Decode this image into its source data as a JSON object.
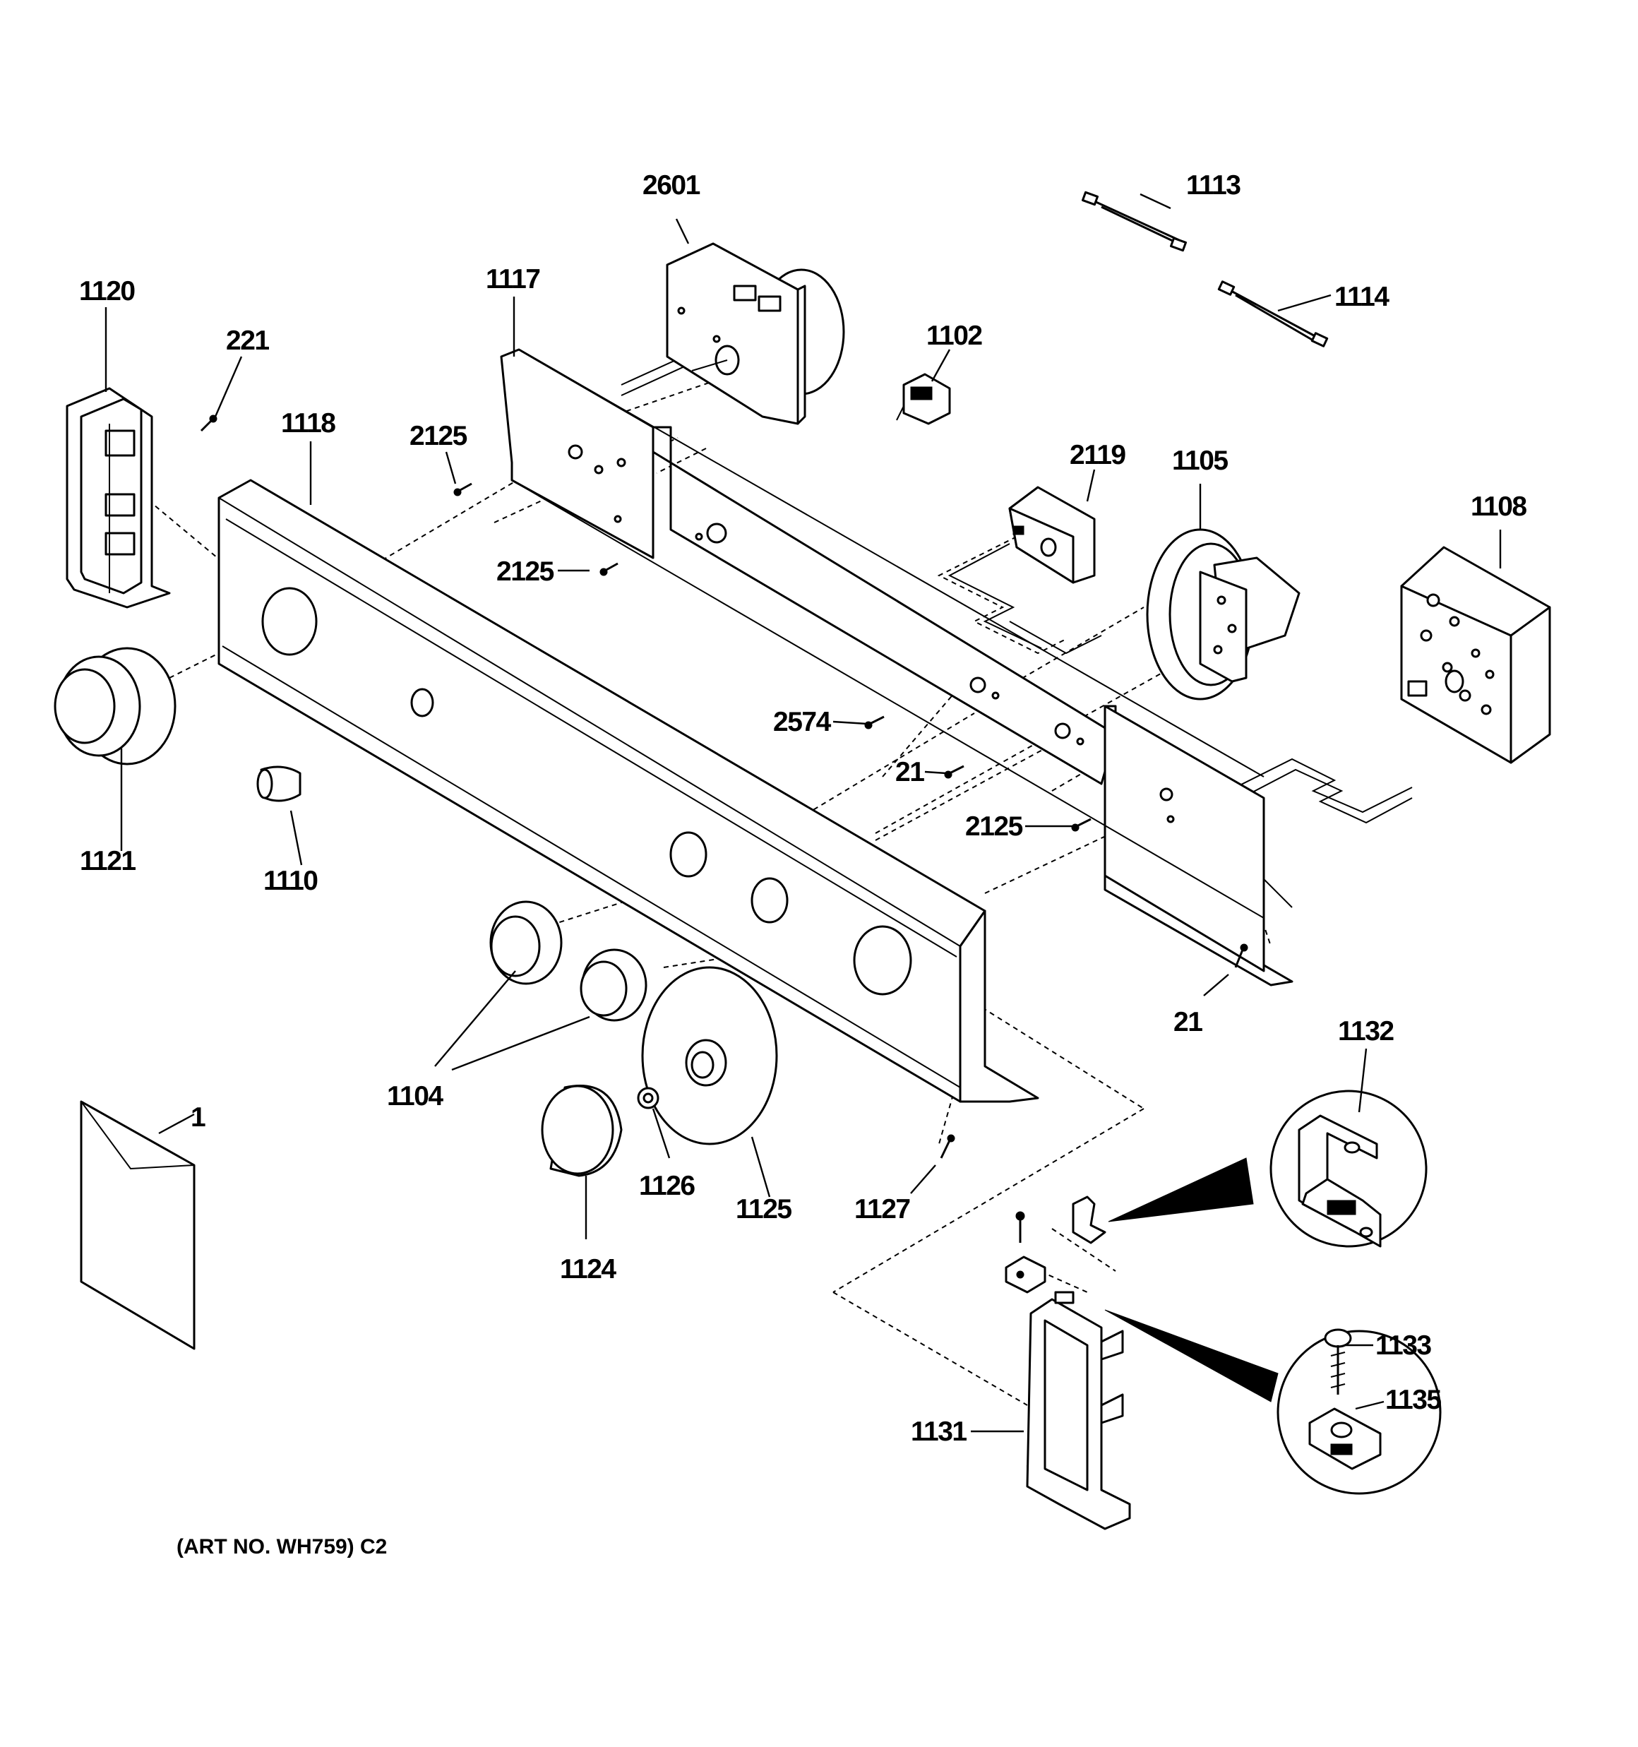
{
  "art_number": "(ART NO. WH759) C2",
  "callouts": {
    "c1": "1",
    "c21a": "21",
    "c21b": "21",
    "c221": "221",
    "c1102": "1102",
    "c1104": "1104",
    "c1105": "1105",
    "c1108": "1108",
    "c1110": "1110",
    "c1113": "1113",
    "c1114": "1114",
    "c1117": "1117",
    "c1118": "1118",
    "c1120": "1120",
    "c1121": "1121",
    "c1124": "1124",
    "c1125": "1125",
    "c1126": "1126",
    "c1127": "1127",
    "c1131": "1131",
    "c1132": "1132",
    "c1133": "1133",
    "c1135": "1135",
    "c2119": "2119",
    "c2125a": "2125",
    "c2125b": "2125",
    "c2125c": "2125",
    "c2574": "2574",
    "c2601": "2601"
  }
}
